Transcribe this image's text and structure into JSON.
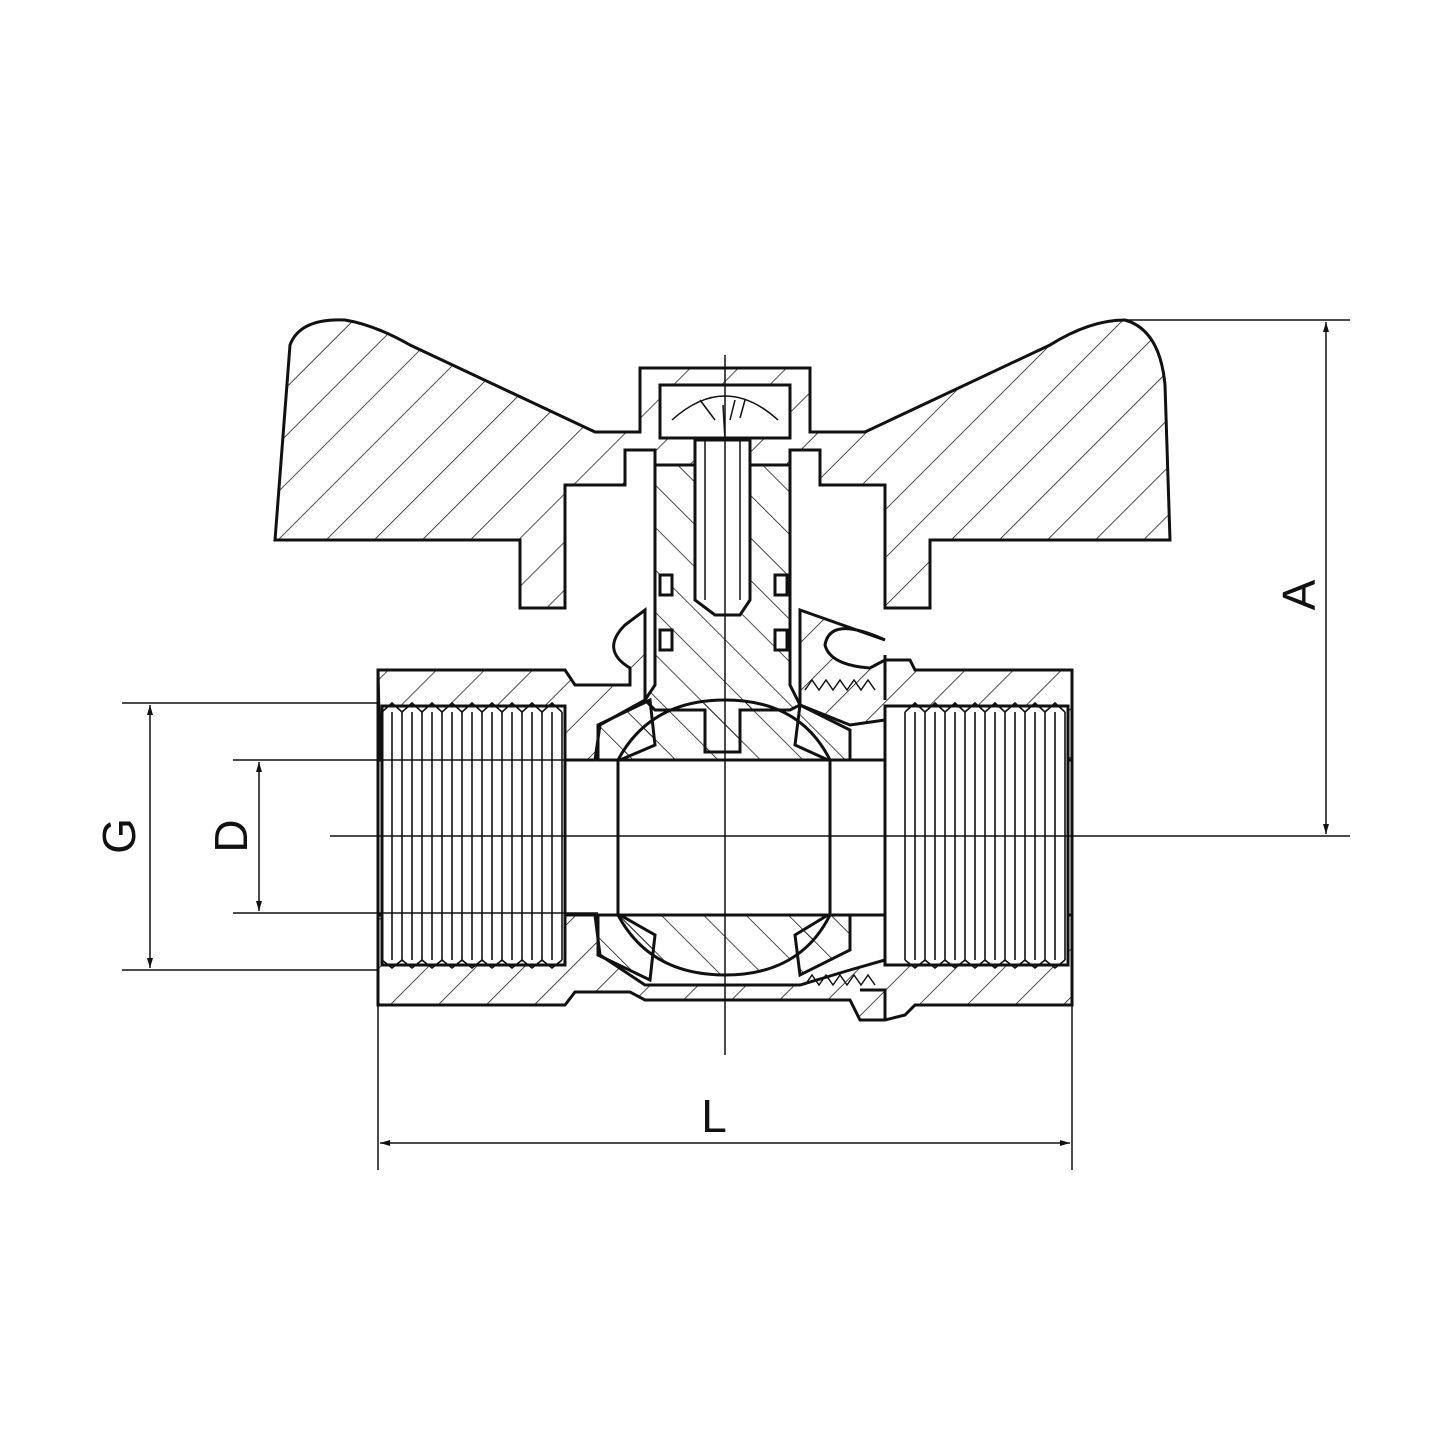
{
  "dimensions": {
    "A": "A",
    "G": "G",
    "D": "D",
    "L": "L"
  }
}
